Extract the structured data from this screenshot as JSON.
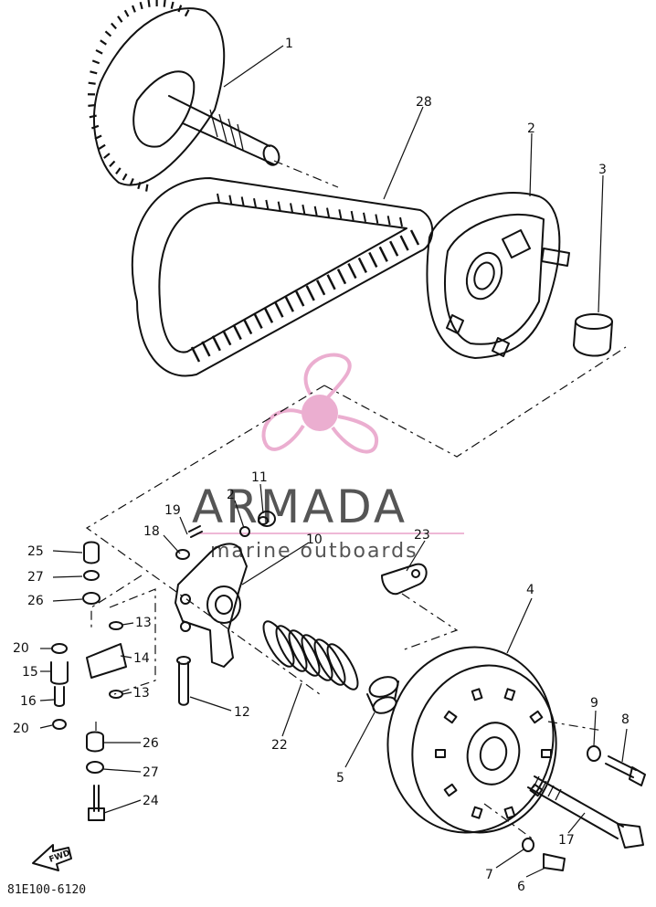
{
  "diagram_code": "81E100-6120",
  "direction_label": "FWD",
  "watermark": {
    "brand": "ARMADA",
    "tagline": "marine outboards",
    "accent_color": "#e8a0c8",
    "icon": "propeller-logo-icon"
  },
  "callouts": {
    "p1": "1",
    "p28": "28",
    "p2a": "2",
    "p3": "3",
    "p11": "11",
    "p2b": "2",
    "p19": "19",
    "p18": "18",
    "p10": "10",
    "p23": "23",
    "p25": "25",
    "p27a": "27",
    "p26a": "26",
    "p13a": "13",
    "p20a": "20",
    "p14": "14",
    "p15": "15",
    "p13b": "13",
    "p16": "16",
    "p20b": "20",
    "p12": "12",
    "p22": "22",
    "p5": "5",
    "p4": "4",
    "p9": "9",
    "p8": "8",
    "p26b": "26",
    "p27b": "27",
    "p24": "24",
    "p17": "17",
    "p7": "7",
    "p6": "6"
  }
}
